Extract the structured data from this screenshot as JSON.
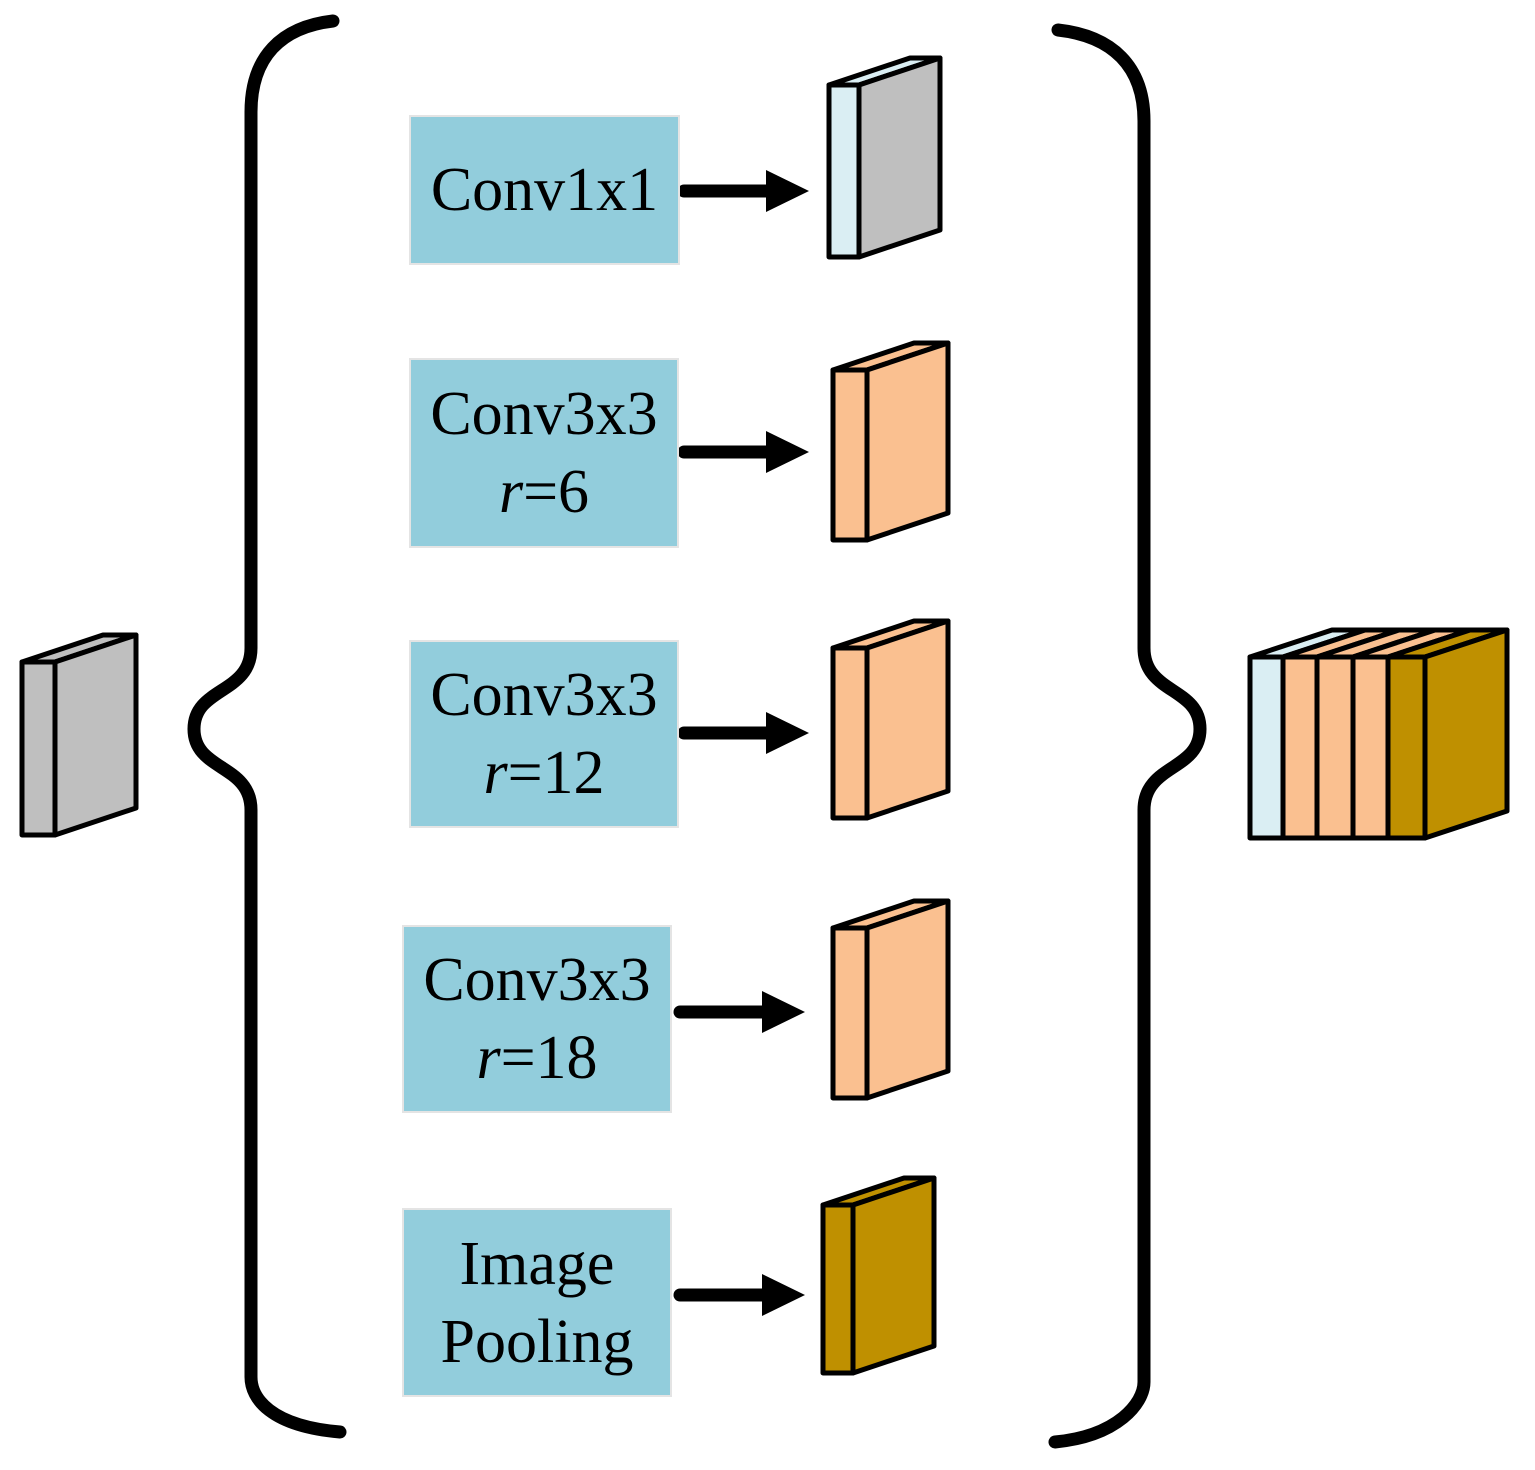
{
  "diagram": {
    "branches": [
      {
        "id": "conv1x1",
        "label": "Conv1x1"
      },
      {
        "id": "conv3x3-r6",
        "label": "Conv3x3",
        "rate_var": "r",
        "rate_value": "=6"
      },
      {
        "id": "conv3x3-r12",
        "label": "Conv3x3",
        "rate_var": "r",
        "rate_value": "=12"
      },
      {
        "id": "conv3x3-r18",
        "label": "Conv3x3",
        "rate_var": "r",
        "rate_value": "=18"
      },
      {
        "id": "image-pooling",
        "label_line1": "Image",
        "label_line2": "Pooling"
      }
    ]
  },
  "colors": {
    "box_fill": "#92CDDC",
    "slab_light_blue": "#DAEEF3",
    "slab_gray": "#BFBFBF",
    "slab_orange": "#FAC090",
    "slab_gold": "#BF9000",
    "outline": "#000000"
  }
}
